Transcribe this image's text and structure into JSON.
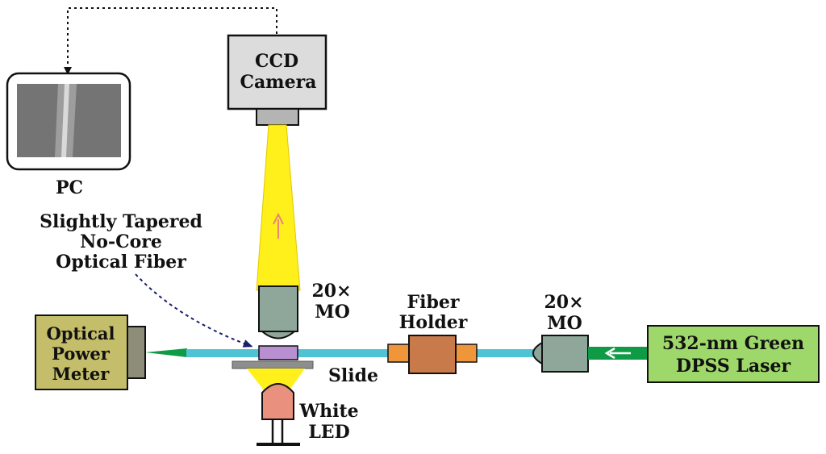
{
  "labels": {
    "ccd_line1": "CCD",
    "ccd_line2": "Camera",
    "pc": "PC",
    "fiber_desc_line1": "Slightly Tapered",
    "fiber_desc_line2": "No-Core",
    "fiber_desc_line3": "Optical Fiber",
    "mo_top_line1": "20×",
    "mo_top_line2": "MO",
    "fiber_holder_line1": "Fiber",
    "fiber_holder_line2": "Holder",
    "mo_right_line1": "20×",
    "mo_right_line2": "MO",
    "power_meter_line1": "Optical",
    "power_meter_line2": "Power",
    "power_meter_line3": "Meter",
    "laser_line1": "532-nm Green",
    "laser_line2": "DPSS Laser",
    "slide": "Slide",
    "led_line1": "White",
    "led_line2": "LED"
  },
  "colors": {
    "camera_fill": "#dcdcdc",
    "beam_yellow": "#ffef1a",
    "fiber_cyan": "#4fc3d4",
    "objective_fill": "#8fa79a",
    "holder_fill": "#c97a4a",
    "holder_clamp": "#f0963a",
    "power_meter_fill": "#c4bd6a",
    "laser_fill": "#9ed86a",
    "green_beam": "#0f9a45",
    "led_fill": "#e9907e",
    "sample_fill": "#b88fd0"
  }
}
